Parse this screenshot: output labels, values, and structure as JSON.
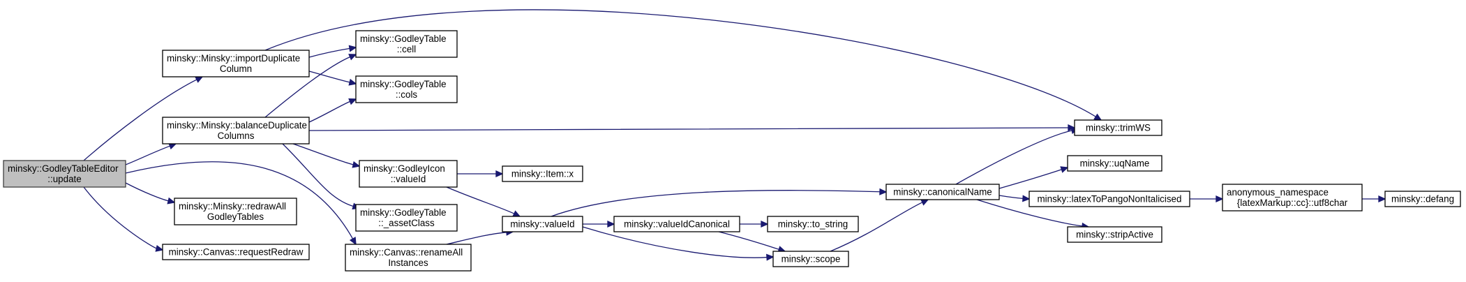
{
  "graph": {
    "nodes": [
      {
        "id": "update",
        "lines": [
          "minsky::GodleyTableEditor",
          "::update"
        ],
        "root": true
      },
      {
        "id": "importDup",
        "lines": [
          "minsky::Minsky::importDuplicate",
          "Column"
        ]
      },
      {
        "id": "balanceDup",
        "lines": [
          "minsky::Minsky::balanceDuplicate",
          "Columns"
        ]
      },
      {
        "id": "redrawAll",
        "lines": [
          "minsky::Minsky::redrawAll",
          "GodleyTables"
        ]
      },
      {
        "id": "requestRedraw",
        "lines": [
          "minsky::Canvas::requestRedraw"
        ]
      },
      {
        "id": "renameAll",
        "lines": [
          "minsky::Canvas::renameAll",
          "Instances"
        ]
      },
      {
        "id": "cell",
        "lines": [
          "minsky::GodleyTable",
          "::cell"
        ]
      },
      {
        "id": "cols",
        "lines": [
          "minsky::GodleyTable",
          "::cols"
        ]
      },
      {
        "id": "iconValueId",
        "lines": [
          "minsky::GodleyIcon",
          "::valueId"
        ]
      },
      {
        "id": "assetClass",
        "lines": [
          "minsky::GodleyTable",
          "::_assetClass"
        ]
      },
      {
        "id": "itemX",
        "lines": [
          "minsky::Item::x"
        ]
      },
      {
        "id": "valueId",
        "lines": [
          "minsky::valueId"
        ]
      },
      {
        "id": "valueIdCanonical",
        "lines": [
          "minsky::valueIdCanonical"
        ]
      },
      {
        "id": "toString",
        "lines": [
          "minsky::to_string"
        ]
      },
      {
        "id": "scope",
        "lines": [
          "minsky::scope"
        ]
      },
      {
        "id": "canonicalName",
        "lines": [
          "minsky::canonicalName"
        ]
      },
      {
        "id": "trimWS",
        "lines": [
          "minsky::trimWS"
        ]
      },
      {
        "id": "uqName",
        "lines": [
          "minsky::uqName"
        ]
      },
      {
        "id": "latexToPango",
        "lines": [
          "minsky::latexToPangoNonItalicised"
        ]
      },
      {
        "id": "stripActive",
        "lines": [
          "minsky::stripActive"
        ]
      },
      {
        "id": "utf8char",
        "lines": [
          "anonymous_namespace",
          "{latexMarkup::cc}::utf8char"
        ]
      },
      {
        "id": "defang",
        "lines": [
          "minsky::defang"
        ]
      }
    ],
    "edges": [
      {
        "from": "update",
        "to": "importDup"
      },
      {
        "from": "update",
        "to": "balanceDup"
      },
      {
        "from": "update",
        "to": "redrawAll"
      },
      {
        "from": "update",
        "to": "requestRedraw"
      },
      {
        "from": "update",
        "to": "renameAll"
      },
      {
        "from": "importDup",
        "to": "cell"
      },
      {
        "from": "importDup",
        "to": "cols"
      },
      {
        "from": "importDup",
        "to": "trimWS"
      },
      {
        "from": "balanceDup",
        "to": "cell"
      },
      {
        "from": "balanceDup",
        "to": "cols"
      },
      {
        "from": "balanceDup",
        "to": "trimWS"
      },
      {
        "from": "balanceDup",
        "to": "iconValueId"
      },
      {
        "from": "balanceDup",
        "to": "assetClass"
      },
      {
        "from": "iconValueId",
        "to": "itemX"
      },
      {
        "from": "iconValueId",
        "to": "valueId"
      },
      {
        "from": "renameAll",
        "to": "valueId"
      },
      {
        "from": "valueId",
        "to": "canonicalName"
      },
      {
        "from": "valueId",
        "to": "valueIdCanonical"
      },
      {
        "from": "valueId",
        "to": "scope"
      },
      {
        "from": "valueIdCanonical",
        "to": "toString"
      },
      {
        "from": "valueIdCanonical",
        "to": "scope"
      },
      {
        "from": "scope",
        "to": "canonicalName"
      },
      {
        "from": "canonicalName",
        "to": "trimWS"
      },
      {
        "from": "canonicalName",
        "to": "uqName"
      },
      {
        "from": "canonicalName",
        "to": "latexToPango"
      },
      {
        "from": "canonicalName",
        "to": "stripActive"
      },
      {
        "from": "latexToPango",
        "to": "utf8char"
      },
      {
        "from": "utf8char",
        "to": "defang"
      }
    ],
    "colors": {
      "edge": "#191970",
      "root_fill": "#bfbfbf",
      "node_fill": "#ffffff",
      "node_border": "#000000"
    }
  }
}
